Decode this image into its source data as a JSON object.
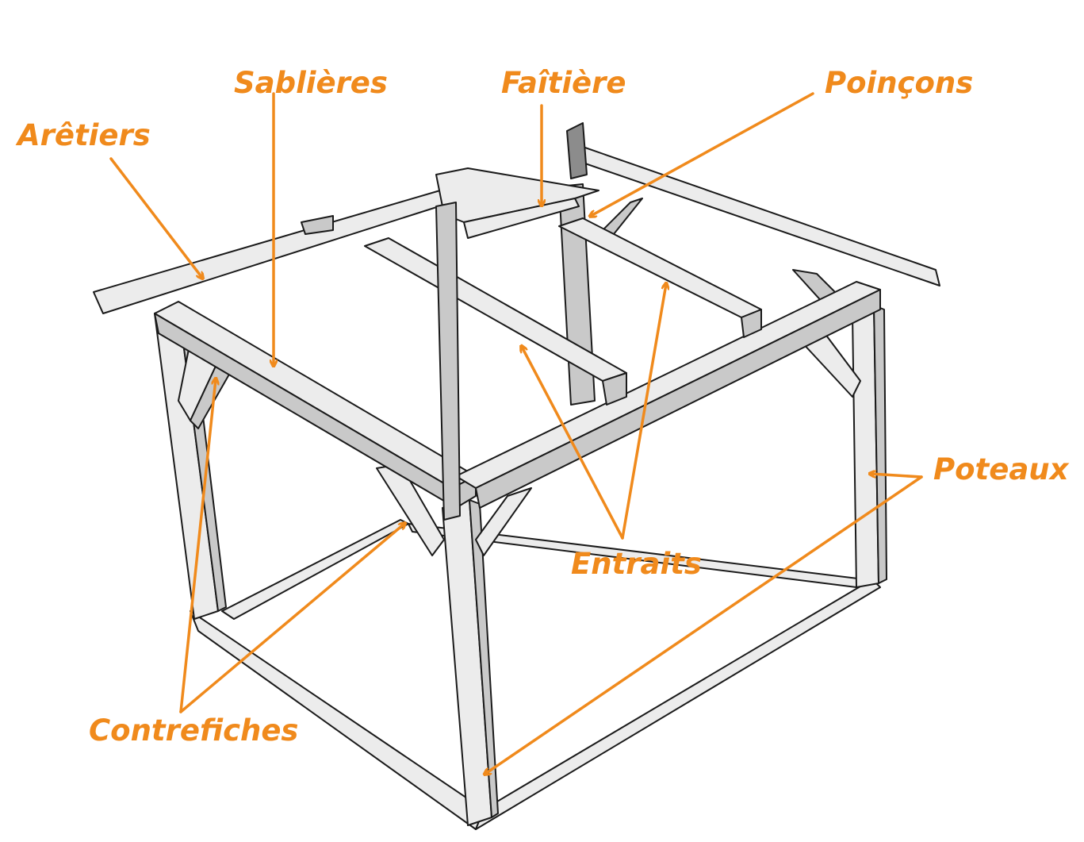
{
  "colors": {
    "label": "#f08a1c",
    "timber_light": "#ececec",
    "timber_shade": "#c9c9c9",
    "outline": "#1a1a1a"
  },
  "labels": {
    "aretiers": "Arêtiers",
    "sablieres": "Sablières",
    "faitiere": "Faîtière",
    "poincons": "Poinçons",
    "poteaux": "Poteaux",
    "entraits": "Entraits",
    "contrefiches": "Contrefiches"
  }
}
